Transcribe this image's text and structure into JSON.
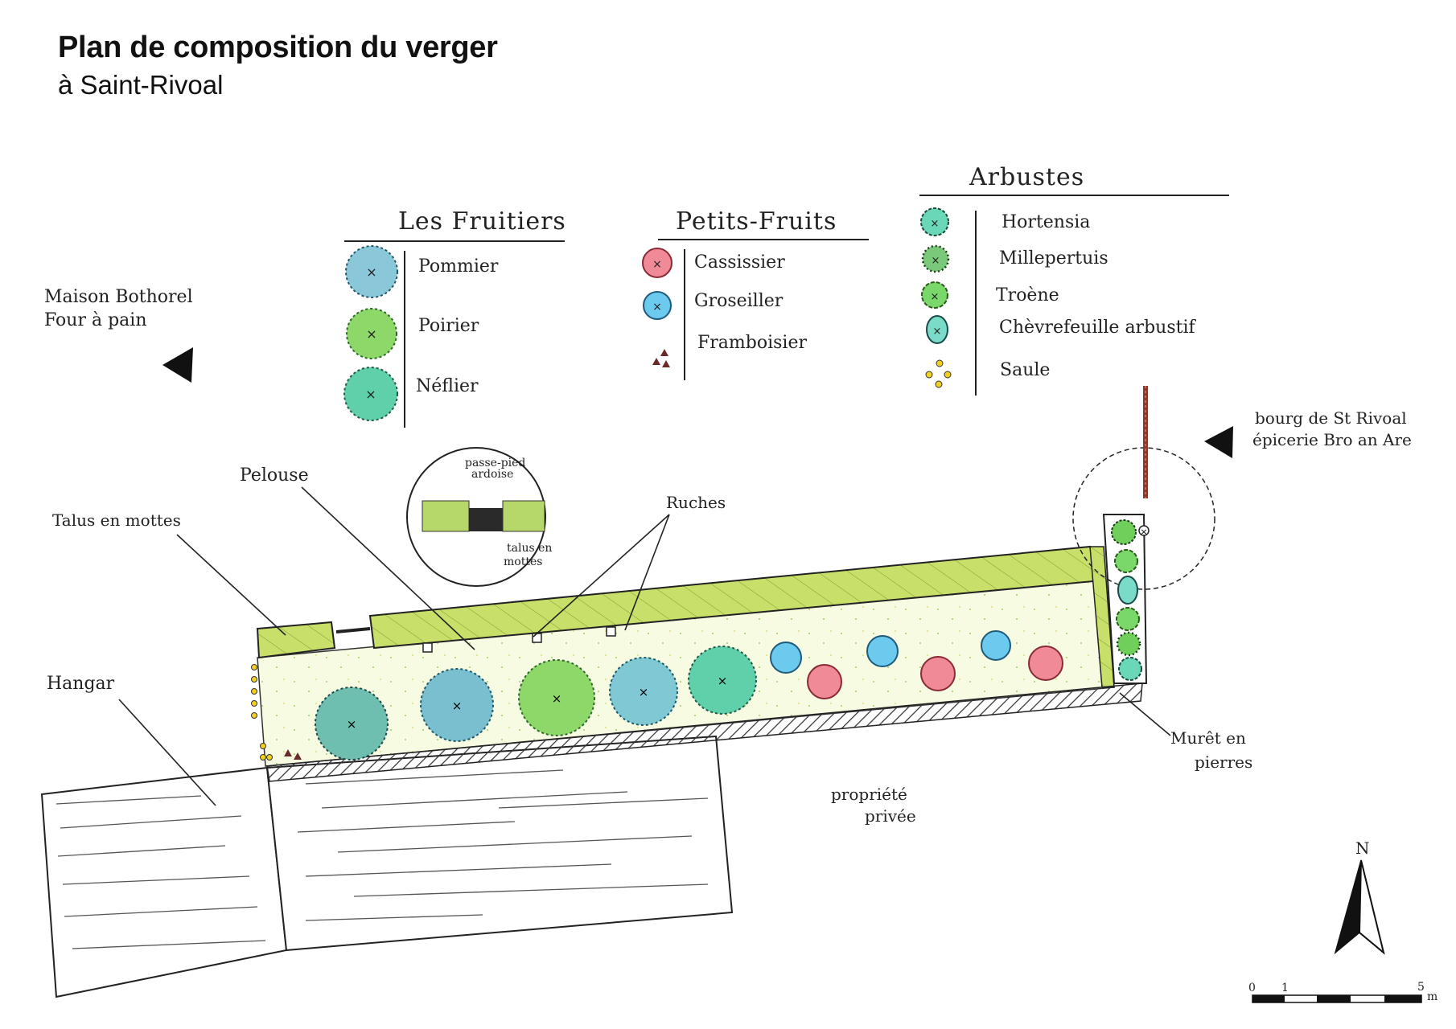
{
  "title": "Plan de composition du verger",
  "subtitle": "à Saint-Rivoal",
  "legend": {
    "fruitiers": {
      "heading": "Les Fruitiers",
      "items": [
        {
          "label": "Pommier",
          "icon": "pommier-symbol",
          "color": "#5fb0c8"
        },
        {
          "label": "Poirier",
          "icon": "poirier-symbol",
          "color": "#6fcf5a"
        },
        {
          "label": "Néflier",
          "icon": "neflier-symbol",
          "color": "#3fbf9a"
        }
      ]
    },
    "petits_fruits": {
      "heading": "Petits-Fruits",
      "items": [
        {
          "label": "Cassissier",
          "icon": "cassissier-symbol",
          "color": "#e06a78"
        },
        {
          "label": "Groseiller",
          "icon": "groseiller-symbol",
          "color": "#3fb6e0"
        },
        {
          "label": "Framboisier",
          "icon": "framboisier-symbol",
          "color": "#6b2a2a"
        }
      ]
    },
    "arbustes": {
      "heading": "Arbustes",
      "items": [
        {
          "label": "Hortensia",
          "icon": "hortensia-symbol",
          "color": "#3cc9a0"
        },
        {
          "label": "Millepertuis",
          "icon": "millepertuis-symbol",
          "color": "#4aa84a"
        },
        {
          "label": "Troène",
          "icon": "troene-symbol",
          "color": "#5cc14a"
        },
        {
          "label": "Chèvrefeuille arbustif",
          "icon": "chevrefeuille-symbol",
          "color": "#3cc9b0"
        },
        {
          "label": "Saule",
          "icon": "saule-symbol",
          "color": "#e6c41a"
        }
      ]
    }
  },
  "labels": {
    "maison_1": "Maison Bothorel",
    "maison_2": "Four à pain",
    "bourg_1": "bourg de St Rivoal",
    "bourg_2": "épicerie Bro an Are",
    "pelouse": "Pelouse",
    "talus": "Talus en mottes",
    "ruches": "Ruches",
    "hangar": "Hangar",
    "muret_1": "Murêt en",
    "muret_2": "pierres",
    "propriete_1": "propriété",
    "propriete_2": "privée",
    "detail_top_1": "passe-pied",
    "detail_top_2": "ardoise",
    "detail_bottom_1": "talus en",
    "detail_bottom_2": "mottes"
  },
  "north": "N",
  "scale": {
    "ticks": [
      "0",
      "1",
      "5"
    ],
    "unit": "m"
  },
  "colors": {
    "talus_green": "#c8e06a",
    "pelouse_fill": "#f4f9dc",
    "hangar_line": "#333333"
  }
}
